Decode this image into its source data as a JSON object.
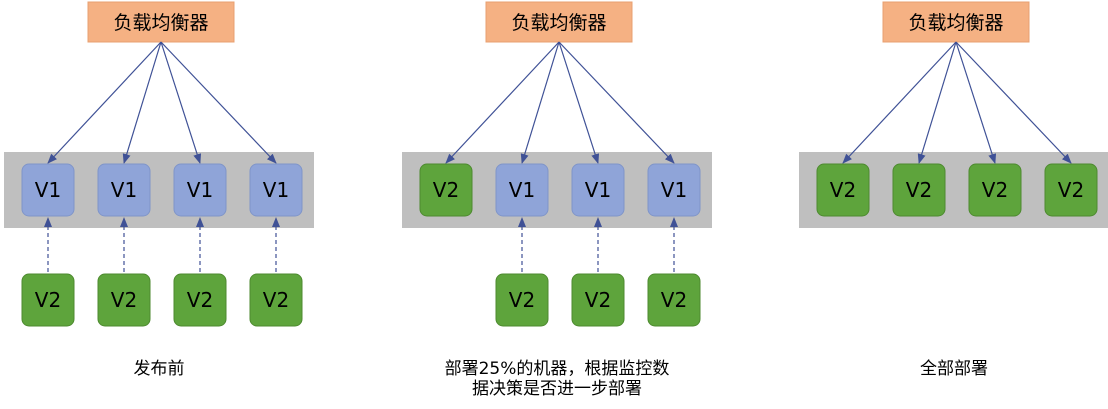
{
  "colors": {
    "balancer_fill": "#f5b183",
    "balancer_stroke": "#e8a070",
    "band_fill": "#bfbfbf",
    "v1_fill": "#8fa4d8",
    "v1_stroke": "#7f95c9",
    "v2_fill": "#5ea43c",
    "v2_stroke": "#4d8a2f",
    "arrow": "#3f5196",
    "text": "#000000"
  },
  "icons": [
    "arrow-solid",
    "arrow-dashed"
  ],
  "panels": [
    {
      "balancer_label": "负载均衡器",
      "slots": [
        "V1",
        "V1",
        "V1",
        "V1"
      ],
      "staged": [
        "V2",
        "V2",
        "V2",
        "V2"
      ],
      "caption": [
        "发布前"
      ]
    },
    {
      "balancer_label": "负载均衡器",
      "slots": [
        "V2",
        "V1",
        "V1",
        "V1"
      ],
      "staged": [
        "",
        "V2",
        "V2",
        "V2"
      ],
      "caption": [
        "部署25%的机器，根据监控数",
        "据决策是否进一步部署"
      ]
    },
    {
      "balancer_label": "负载均衡器",
      "slots": [
        "V2",
        "V2",
        "V2",
        "V2"
      ],
      "staged": [
        "",
        "",
        "",
        ""
      ],
      "caption": [
        "全部部署"
      ]
    }
  ]
}
